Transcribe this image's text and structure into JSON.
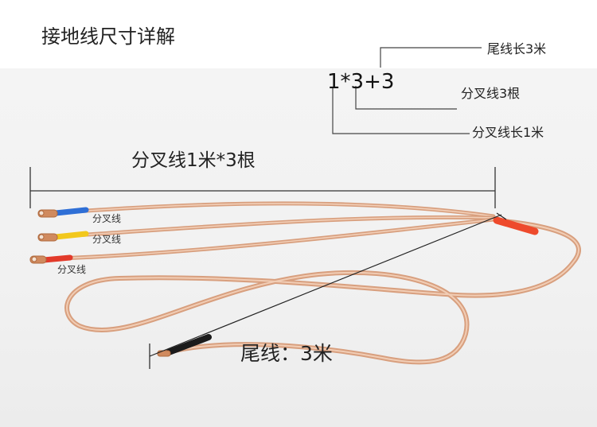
{
  "title": "接地线尺寸详解",
  "formula": "1*3+3",
  "annotations": {
    "tail_length": "尾线长3米",
    "branch_count": "分叉线3根",
    "branch_length": "分叉线长1米"
  },
  "branch_measure_label": "分叉线1米*3根",
  "tail_label": "尾线：3米",
  "branch_labels": {
    "blue": "分叉线",
    "yellow": "分叉线",
    "red": "分叉线"
  },
  "colors": {
    "copper": "#d9a07f",
    "blue_sleeve": "#2f6fd6",
    "yellow_sleeve": "#f2c81c",
    "red_sleeve": "#e23a2a",
    "junction_sleeve": "#ee4a2c",
    "tail_end_sleeve": "#1b1b1b"
  }
}
